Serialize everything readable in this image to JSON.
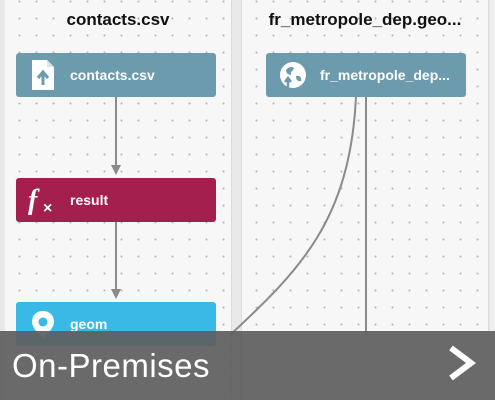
{
  "lanes": [
    {
      "title": "contacts.csv"
    },
    {
      "title": "fr_metropole_dep.geo..."
    }
  ],
  "nodes": {
    "contacts": {
      "label": "contacts.csv",
      "icon": "file-upload-icon",
      "color": "#6c9bad"
    },
    "result": {
      "label": "result",
      "icon": "function-icon",
      "color": "#a41f4e"
    },
    "geom": {
      "label": "geom",
      "icon": "map-pin-icon",
      "color": "#3ab9e6"
    },
    "fr_metropole": {
      "label": "fr_metropole_dep...",
      "icon": "globe-upload-icon",
      "color": "#6c9bad"
    }
  },
  "banner": {
    "text": "On-Premises",
    "icon": "chevron-right-icon"
  }
}
